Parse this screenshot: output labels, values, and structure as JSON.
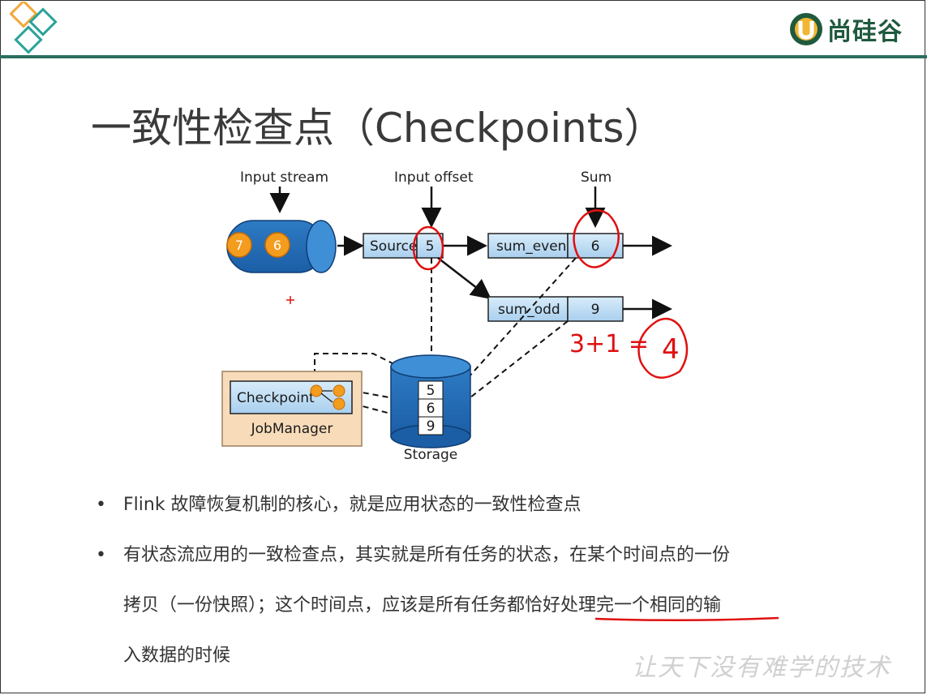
{
  "header": {
    "brand_name": "尚硅谷",
    "accent_color": "#2d6e60",
    "logo_icon": "diamond-logo-icon",
    "brand_icon": "u-brand-icon"
  },
  "slide": {
    "title": "一致性检查点（Checkpoints）"
  },
  "diagram": {
    "input_stream_label": "Input stream",
    "input_offset_label": "Input offset",
    "sum_label": "Sum",
    "stream_items": [
      "7",
      "6"
    ],
    "source_label": "Source",
    "source_offset": "5",
    "sum_even_label": "sum_even",
    "sum_even_value": "6",
    "sum_odd_label": "sum_odd",
    "sum_odd_value": "9",
    "checkpoint_label": "Checkpoint",
    "jobmanager_label": "JobManager",
    "storage_values": [
      "5",
      "6",
      "9"
    ],
    "storage_label": "Storage",
    "annotation_text": "3+1 =",
    "annotation_result": "4"
  },
  "bullets": [
    {
      "lines": [
        "Flink 故障恢复机制的核心，就是应用状态的一致性检查点"
      ]
    },
    {
      "lines": [
        "有状态流应用的一致检查点，其实就是所有任务的状态，在某个时间点的一份",
        "拷贝（一份快照）；这个时间点，应该是所有任务都恰好处理完一个相同的输",
        "入数据的时候"
      ]
    }
  ],
  "watermark": "让天下没有难学的技术"
}
